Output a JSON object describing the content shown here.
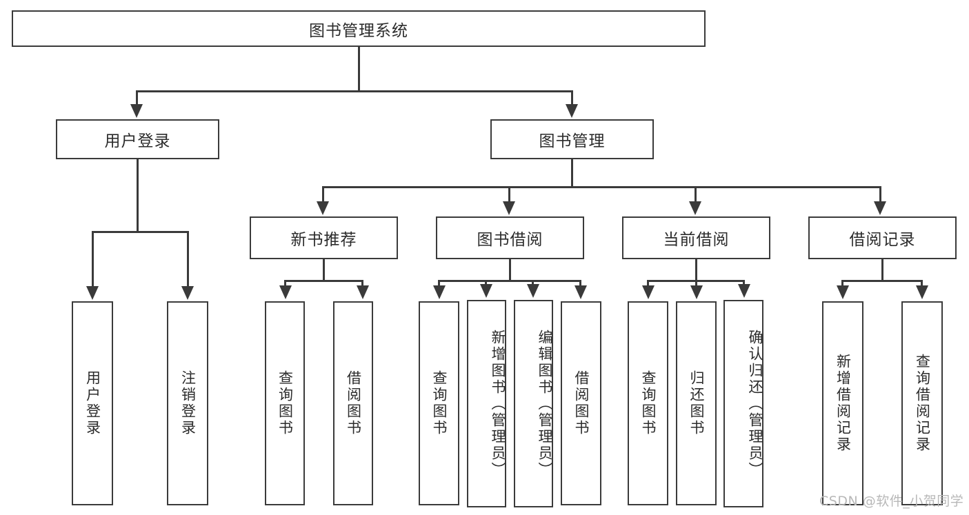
{
  "diagram": {
    "title": "图书管理系统",
    "type": "hierarchy-tree",
    "root": {
      "label": "图书管理系统"
    },
    "level1": [
      {
        "label": "用户登录"
      },
      {
        "label": "图书管理"
      }
    ],
    "level2": [
      {
        "label": "新书推荐"
      },
      {
        "label": "图书借阅"
      },
      {
        "label": "当前借阅"
      },
      {
        "label": "借阅记录"
      }
    ],
    "leaves": {
      "user_login": [
        {
          "label": "用户登录"
        },
        {
          "label": "注销登录"
        }
      ],
      "new_book_recommend": [
        {
          "label": "查询图书"
        },
        {
          "label": "借阅图书"
        }
      ],
      "book_borrow": [
        {
          "label": "查询图书"
        },
        {
          "label": "新增图书（管理员）"
        },
        {
          "label": "编辑图书（管理员）"
        },
        {
          "label": "借阅图书"
        }
      ],
      "current_borrow": [
        {
          "label": "查询图书"
        },
        {
          "label": "归还图书"
        },
        {
          "label": "确认归还（管理员）"
        }
      ],
      "borrow_record": [
        {
          "label": "新增借阅记录"
        },
        {
          "label": "查询借阅记录"
        }
      ]
    }
  },
  "watermark": {
    "text": "CSDN @软件_小贺同学"
  },
  "colors": {
    "stroke": "#3a3a3a",
    "text": "#2b2b2b",
    "background": "#ffffff",
    "watermark": "#b8b8b8"
  }
}
